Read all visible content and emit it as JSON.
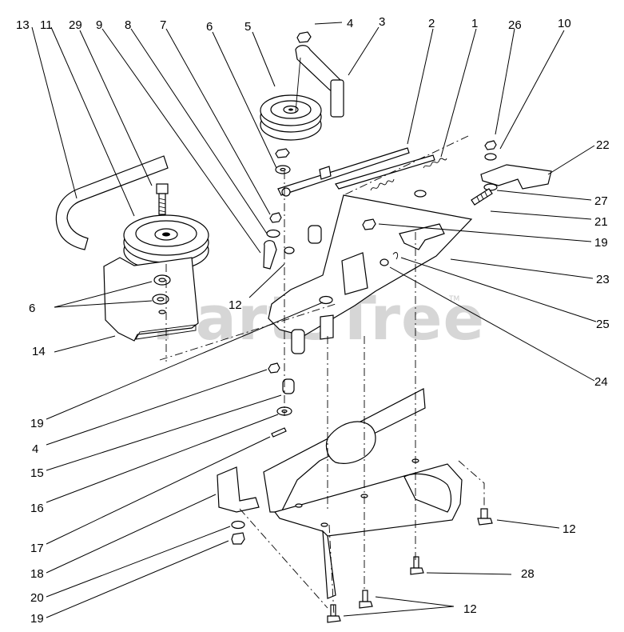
{
  "watermark": {
    "text": "PartsTree",
    "mark": "TM"
  },
  "callouts": [
    {
      "id": "c-13",
      "label": "13"
    },
    {
      "id": "c-11",
      "label": "11"
    },
    {
      "id": "c-29",
      "label": "29"
    },
    {
      "id": "c-9",
      "label": "9"
    },
    {
      "id": "c-8",
      "label": "8"
    },
    {
      "id": "c-7",
      "label": "7"
    },
    {
      "id": "c-6a",
      "label": "6"
    },
    {
      "id": "c-5",
      "label": "5"
    },
    {
      "id": "c-4a",
      "label": "4"
    },
    {
      "id": "c-3",
      "label": "3"
    },
    {
      "id": "c-2",
      "label": "2"
    },
    {
      "id": "c-1",
      "label": "1"
    },
    {
      "id": "c-26",
      "label": "26"
    },
    {
      "id": "c-10",
      "label": "10"
    },
    {
      "id": "c-22",
      "label": "22"
    },
    {
      "id": "c-27",
      "label": "27"
    },
    {
      "id": "c-21",
      "label": "21"
    },
    {
      "id": "c-19a",
      "label": "19"
    },
    {
      "id": "c-23",
      "label": "23"
    },
    {
      "id": "c-6b",
      "label": "6"
    },
    {
      "id": "c-12a",
      "label": "12"
    },
    {
      "id": "c-25",
      "label": "25"
    },
    {
      "id": "c-14",
      "label": "14"
    },
    {
      "id": "c-24",
      "label": "24"
    },
    {
      "id": "c-19b",
      "label": "19"
    },
    {
      "id": "c-4b",
      "label": "4"
    },
    {
      "id": "c-15",
      "label": "15"
    },
    {
      "id": "c-16",
      "label": "16"
    },
    {
      "id": "c-17",
      "label": "17"
    },
    {
      "id": "c-12b",
      "label": "12"
    },
    {
      "id": "c-18",
      "label": "18"
    },
    {
      "id": "c-28",
      "label": "28"
    },
    {
      "id": "c-20",
      "label": "20"
    },
    {
      "id": "c-12c",
      "label": "12"
    },
    {
      "id": "c-19c",
      "label": "19"
    }
  ]
}
